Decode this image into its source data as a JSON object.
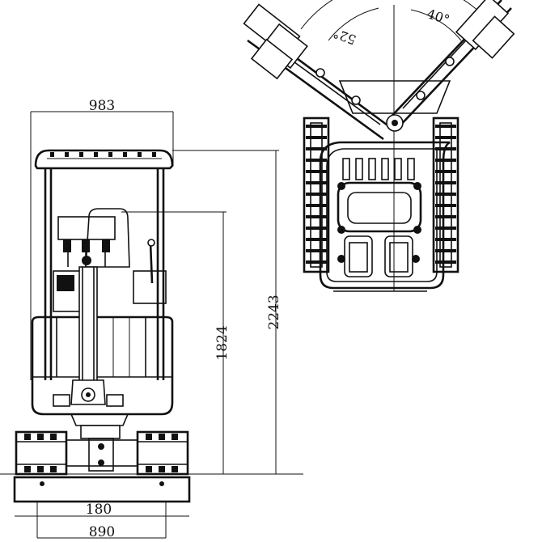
{
  "dimensions": {
    "overall_width": "983",
    "overall_height": "2243",
    "cab_height": "1824",
    "ground_clearance": "180",
    "track_width": "890"
  },
  "angles": {
    "left_swing": "52°",
    "right_swing": "40°"
  },
  "colors": {
    "line": "#111111",
    "background": "#ffffff"
  }
}
